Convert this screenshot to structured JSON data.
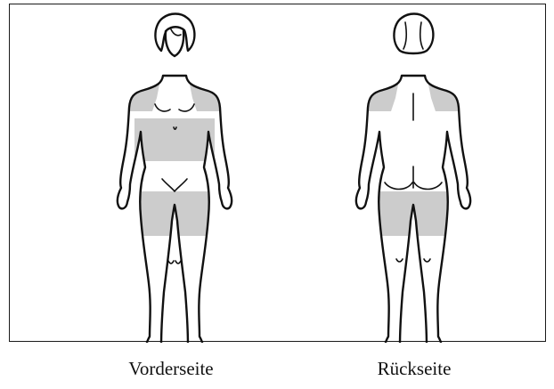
{
  "captions": {
    "front": "Vorderseite",
    "back": "Rückseite"
  },
  "colors": {
    "highlight_zone": "#cccccc",
    "outline": "#111111",
    "frame_border": "#1a1a1a"
  },
  "figures": [
    {
      "view": "front",
      "highlighted_zones": [
        "shoulders-upper-arms",
        "abdomen",
        "thighs"
      ]
    },
    {
      "view": "back",
      "highlighted_zones": [
        "shoulders-upper-arms",
        "thighs"
      ]
    }
  ]
}
